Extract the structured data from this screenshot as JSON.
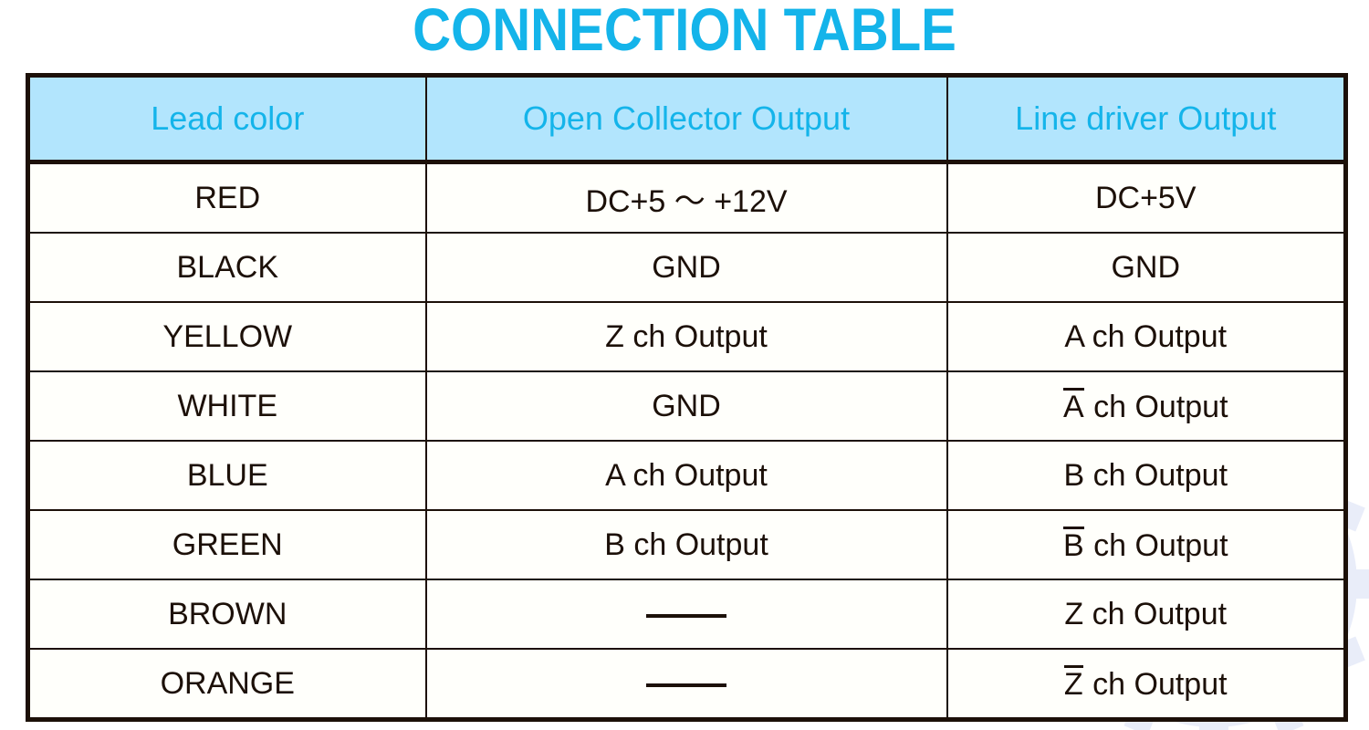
{
  "title": "CONNECTION TABLE",
  "colors": {
    "accent_cyan": "#14b4ea",
    "header_bg": "#b2e5fd",
    "border": "#1c1008",
    "text": "#1c1008",
    "watermark": "#b9c4ec"
  },
  "table": {
    "headers": [
      "Lead color",
      "Open Collector Output",
      "Line driver Output"
    ],
    "rows": [
      {
        "lead": "RED",
        "open_collector": "DC+5 〜 +12V",
        "line_driver": "DC+5V",
        "open_collector_kind": "text",
        "line_driver_kind": "text"
      },
      {
        "lead": "BLACK",
        "open_collector": "GND",
        "line_driver": "GND",
        "open_collector_kind": "text",
        "line_driver_kind": "text"
      },
      {
        "lead": "YELLOW",
        "open_collector": "Z ch Output",
        "line_driver": "A ch Output",
        "open_collector_kind": "text",
        "line_driver_kind": "text"
      },
      {
        "lead": "WHITE",
        "open_collector": "GND",
        "line_driver": "A ch Output",
        "open_collector_kind": "text",
        "line_driver_kind": "overline",
        "line_driver_overline": "A",
        "line_driver_rest": " ch Output"
      },
      {
        "lead": "BLUE",
        "open_collector": "A ch Output",
        "line_driver": "B ch Output",
        "open_collector_kind": "text",
        "line_driver_kind": "text"
      },
      {
        "lead": "GREEN",
        "open_collector": "B ch Output",
        "line_driver": "B ch Output",
        "open_collector_kind": "text",
        "line_driver_kind": "overline",
        "line_driver_overline": "B",
        "line_driver_rest": " ch Output"
      },
      {
        "lead": "BROWN",
        "open_collector": "——",
        "line_driver": "Z ch Output",
        "open_collector_kind": "dash",
        "line_driver_kind": "text"
      },
      {
        "lead": "ORANGE",
        "open_collector": "——",
        "line_driver": "Z ch Output",
        "open_collector_kind": "dash",
        "line_driver_kind": "overline",
        "line_driver_overline": "Z",
        "line_driver_rest": " ch Output"
      }
    ]
  },
  "watermark": {
    "shape": "gear-with-arrow-and-letter-k"
  }
}
